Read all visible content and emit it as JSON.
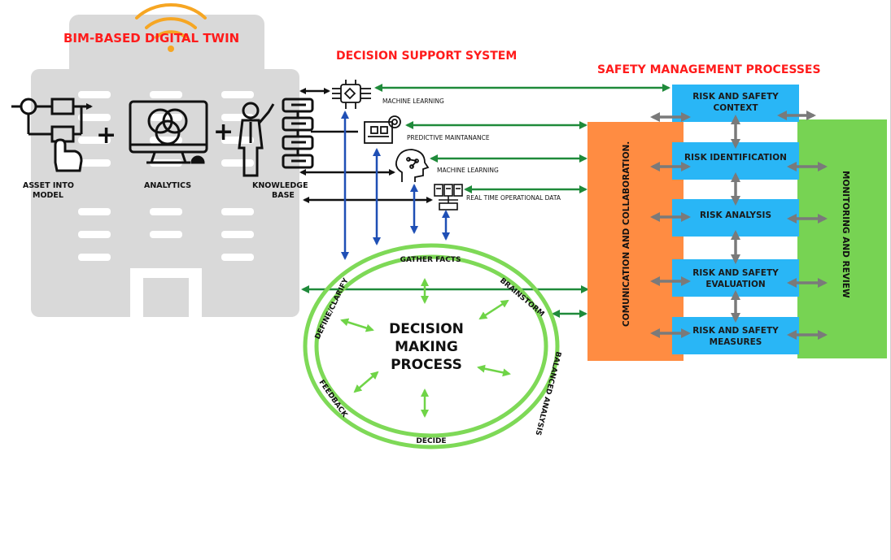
{
  "titles": {
    "bim": "BIM-BASED DIGITAL TWIN",
    "dss": "DECISION SUPPORT SYSTEM",
    "smp": "SAFETY MANAGEMENT PROCESSES"
  },
  "bim_components": [
    {
      "label_line1": "ASSET INTO",
      "label_line2": "MODEL"
    },
    {
      "label_line1": "ANALYTICS",
      "label_line2": ""
    },
    {
      "label_line1": "KNOWLEDGE",
      "label_line2": "BASE"
    }
  ],
  "plus_sign": "+",
  "dss_items": [
    {
      "label": "MACHINE LEARNING"
    },
    {
      "label": "PREDICTIVE MAINTANANCE"
    },
    {
      "label": "MACHINE LEARNING"
    },
    {
      "label": "REAL TIME OPERATIONAL DATA"
    }
  ],
  "decision": {
    "center_lines": [
      "DECISION",
      "MAKING",
      "PROCESS"
    ],
    "steps": {
      "gather": "GATHER FACTS",
      "brainstorm": "BRAINSTORM",
      "balanced": "BALANCED ANALYSIS",
      "decide": "DECIDE",
      "feedback": "FEEDBACK",
      "define": "DEFINE/CLARIFY"
    }
  },
  "communication_label": "COMUNICATION AND COLLABORATION.",
  "monitoring_label": "MONITORING AND REVIEW",
  "risk_steps": [
    {
      "line1": "RISK AND SAFETY",
      "line2": "CONTEXT"
    },
    {
      "line1": "RISK IDENTIFICATION",
      "line2": ""
    },
    {
      "line1": "RISK ANALYSIS",
      "line2": ""
    },
    {
      "line1": "RISK AND SAFETY",
      "line2": "EVALUATION"
    },
    {
      "line1": "RISK AND SAFETY",
      "line2": "MEASURES"
    }
  ],
  "colors": {
    "building": "#d9d9d9",
    "window": "#ffffff",
    "wifi": "#f6a623",
    "title_red": "#ff1b1b",
    "green_arrow": "#1f8a3a",
    "blue_arrow": "#1f4fb5",
    "orange_panel": "#ff8c42",
    "green_panel": "#77d353",
    "blue_box": "#29b6f6",
    "gray_arrow": "#7a7a7a",
    "circle_green": "#7ed957"
  }
}
